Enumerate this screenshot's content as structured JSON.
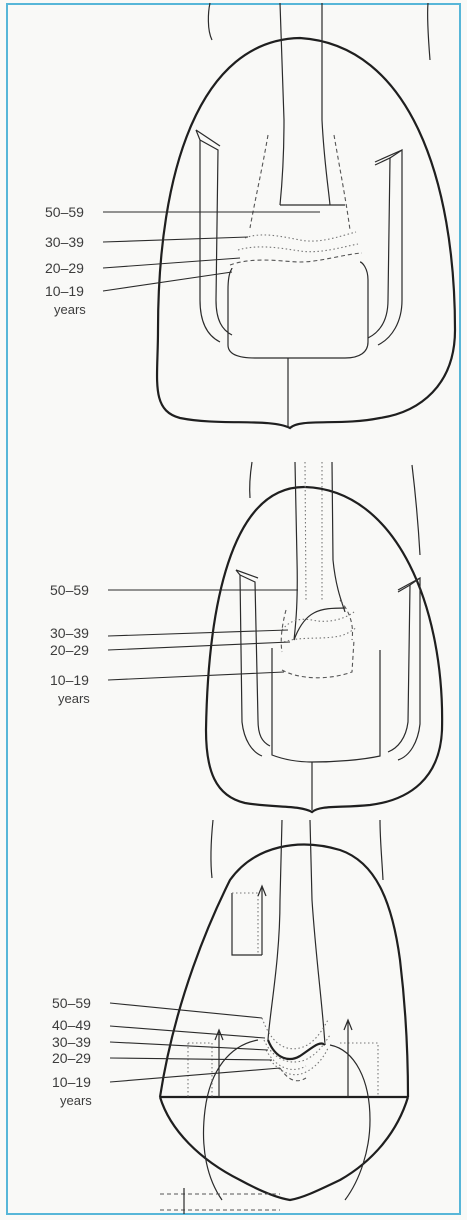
{
  "colors": {
    "frame": "#57b6d8",
    "ink": "#1f1f1f",
    "label": "#3d3d3d"
  },
  "panels": [
    {
      "labels": [
        "50–59",
        "30–39",
        "20–29",
        "10–19"
      ],
      "unit": "years"
    },
    {
      "labels": [
        "50–59",
        "30–39",
        "20–29",
        "10–19"
      ],
      "unit": "years"
    },
    {
      "labels": [
        "50–59",
        "40–49",
        "30–39",
        "20–29",
        "10–19"
      ],
      "unit": "years"
    }
  ]
}
